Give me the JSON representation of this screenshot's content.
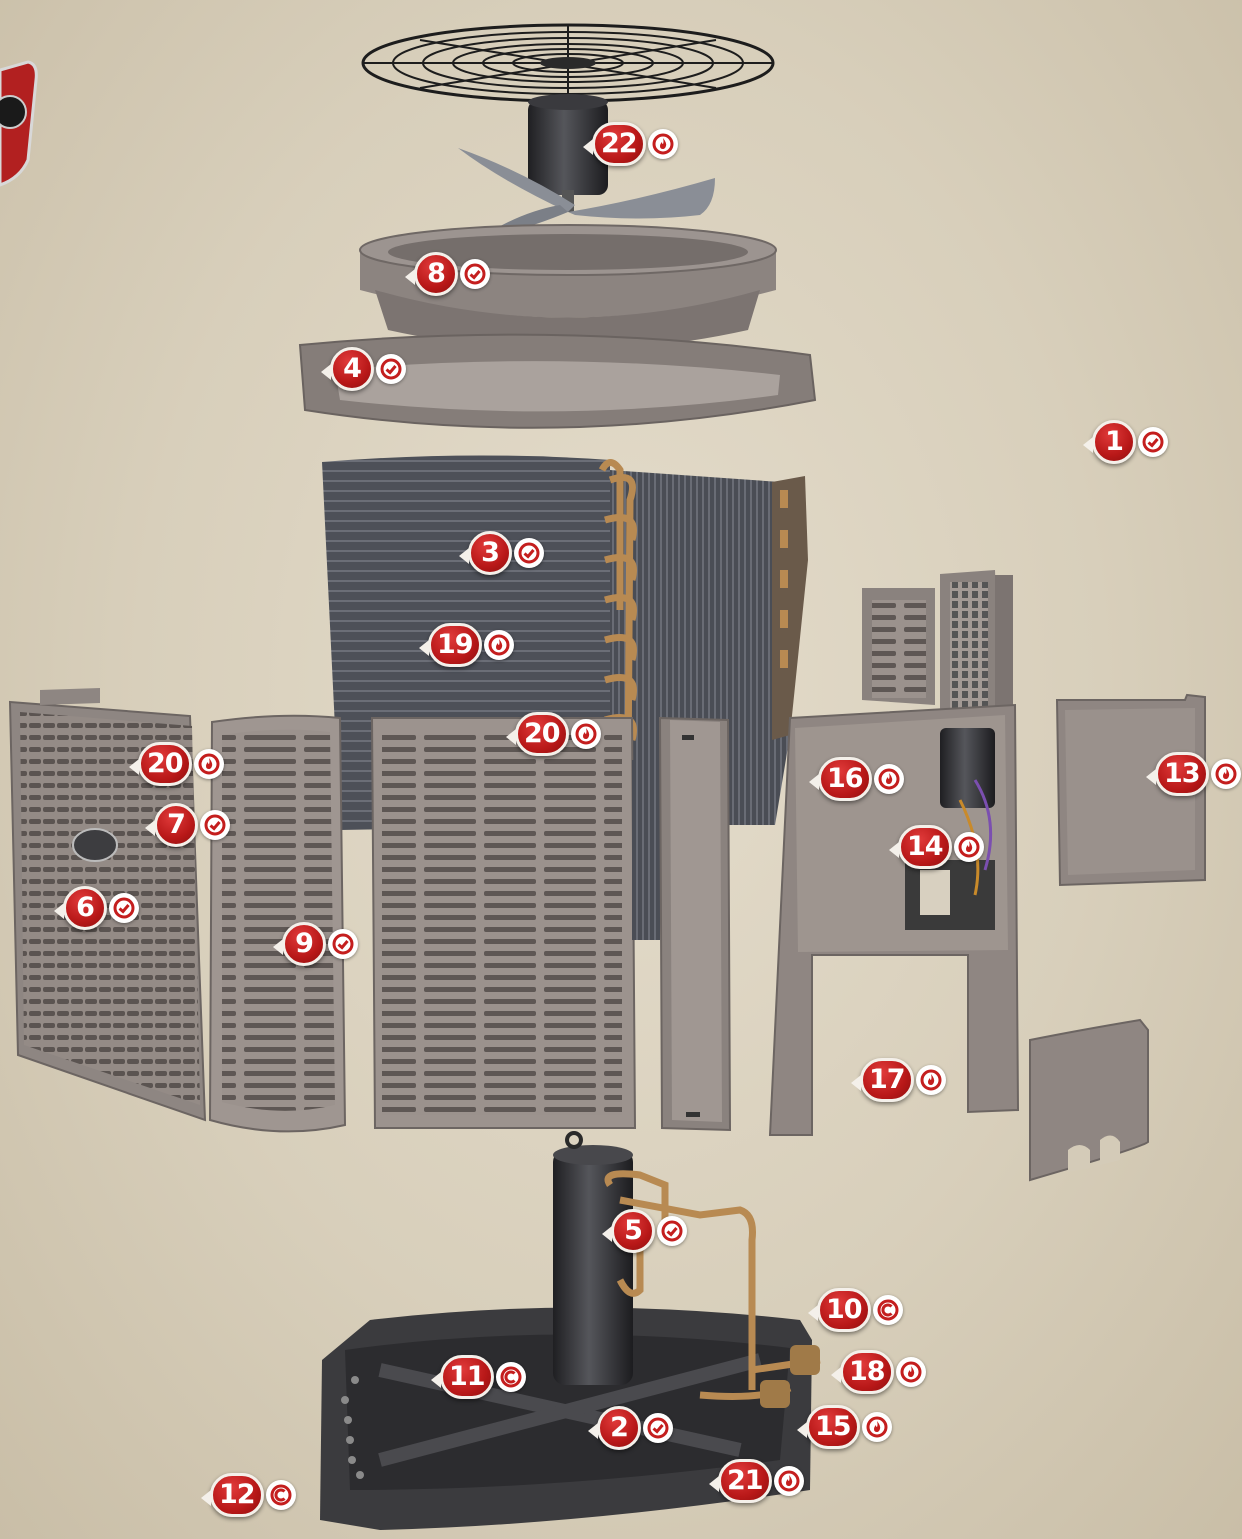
{
  "callouts": [
    {
      "label": "22",
      "icon": "flame-icon"
    },
    {
      "label": "8",
      "icon": "check-icon"
    },
    {
      "label": "4",
      "icon": "check-icon"
    },
    {
      "label": "1",
      "icon": "check-icon"
    },
    {
      "label": "3",
      "icon": "check-icon"
    },
    {
      "label": "19",
      "icon": "flame-icon"
    },
    {
      "label": "20",
      "icon": "flame-icon"
    },
    {
      "label": "20",
      "icon": "flame-icon"
    },
    {
      "label": "16",
      "icon": "flame-icon"
    },
    {
      "label": "13",
      "icon": "flame-icon"
    },
    {
      "label": "7",
      "icon": "check-icon"
    },
    {
      "label": "14",
      "icon": "flame-icon"
    },
    {
      "label": "6",
      "icon": "check-icon"
    },
    {
      "label": "9",
      "icon": "check-icon"
    },
    {
      "label": "17",
      "icon": "flame-icon"
    },
    {
      "label": "5",
      "icon": "check-icon"
    },
    {
      "label": "10",
      "icon": "c-icon"
    },
    {
      "label": "11",
      "icon": "c-icon"
    },
    {
      "label": "18",
      "icon": "flame-icon"
    },
    {
      "label": "2",
      "icon": "check-icon"
    },
    {
      "label": "15",
      "icon": "flame-icon"
    },
    {
      "label": "21",
      "icon": "flame-icon"
    },
    {
      "label": "12",
      "icon": "c-icon"
    }
  ],
  "colors": {
    "badge_red": "#b81818",
    "icon_red": "#c41e1e",
    "panel_gray": "#8f8682",
    "coil_dark": "#4b4d55",
    "copper": "#b88a52"
  }
}
